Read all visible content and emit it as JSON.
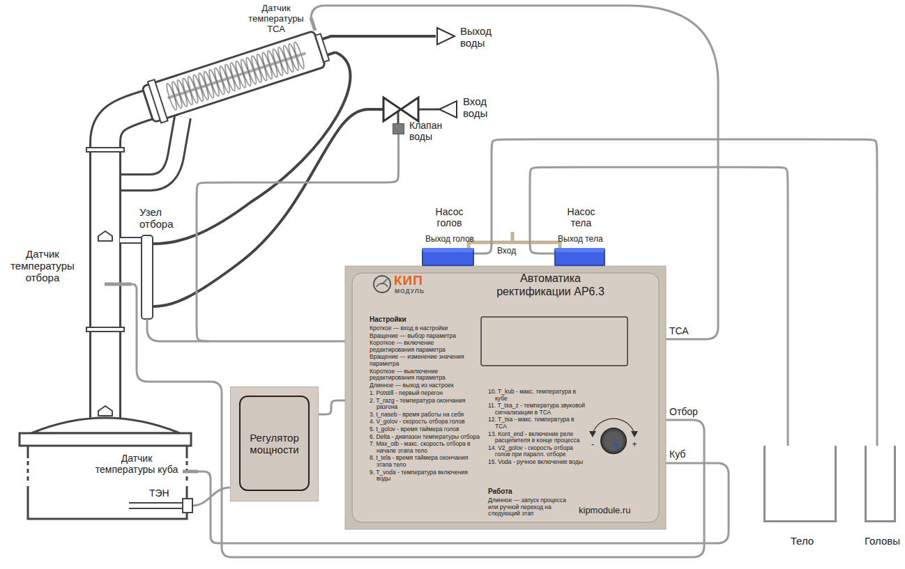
{
  "diagram": {
    "nodes": [
      {
        "text": [
          "Клапан воды"
        ]
      },
      {
        "text": [
          "Насос голов",
          "Выход голов"
        ]
      },
      {
        "text": [
          "Насос тела",
          "Выход тела"
        ]
      },
      {
        "text": [
          "КИП",
          "МОДУЛЬ",
          "Автоматика ректификации АР6.3",
          "Настройки",
          "Кроткое — вход в настройки",
          "Вращение — выбор параметра",
          "Короткое — включение редактирования параметра",
          "Вращение — изменение значения параметра",
          "Короткое — выключение редактирования параметра",
          "Длинное — выход из настроек",
          "1. Potstill - первый перегон",
          "2. T_razg - температура окончания разгона",
          "3. t_naseb - время работы на себя",
          "4. V_golov - скорость отбора голов",
          "5. t_golov - время таймера голов",
          "6. Delta - диапазон температуры отбора",
          "7. Max_otb - макс. скорость отбора в начале этапа тело",
          "8. t_tela - время таймера окончания этапа тело",
          "9. T_voda - температура включения воды",
          "10. T_kub - макс. температура в кубе",
          "11. T_tsa_z - температура звуковой сигнализации в ТСА",
          "12. T_tsa - макс. температура в ТСА",
          "13. Kont_end - включение реле расцепителя в конце процесса",
          "14. V2_golov - скорость отбора голов при паралл. отборе",
          "15. Voda - ручное включение воды",
          "-",
          "+",
          "Работа",
          "Длинное — запуск процесса или ручной переход на следующий этап",
          "kipmodule.ru"
        ]
      },
      {
        "text": [
          "Регулятор мощности"
        ]
      },
      {
        "text": [
          "Тело"
        ]
      },
      {
        "text": [
          "Головы"
        ]
      }
    ],
    "edges": [
      {
        "from": 0,
        "to": 3,
        "arrow": "none"
      },
      {
        "from": 1,
        "to": 6,
        "arrow": "none"
      },
      {
        "from": 2,
        "to": 5,
        "arrow": "none"
      },
      {
        "from": 4,
        "to": 3,
        "arrow": "none"
      }
    ],
    "labels": [
      "Датчик температуры ТСА",
      "Выход воды",
      "Вход воды",
      "Узел отбора",
      "Датчик температуры отбора",
      "Вход",
      "ТСА",
      "Отбор",
      "Куб",
      "Датчик температуры куба",
      "ТЭН"
    ]
  }
}
